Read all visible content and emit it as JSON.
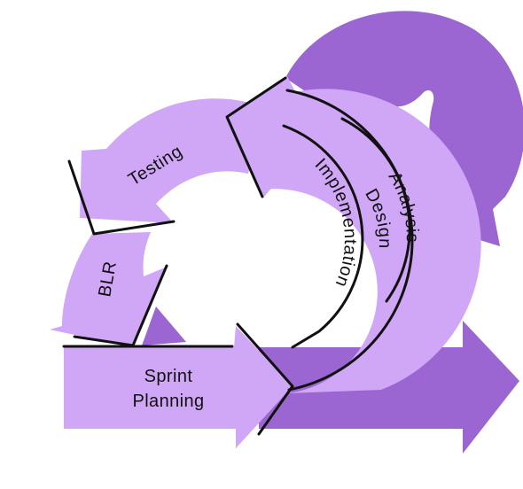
{
  "diagram": {
    "stages": {
      "sprint_planning": [
        "Sprint",
        "Planning"
      ],
      "blr": "BLR",
      "testing": "Testing",
      "implementation": "Implementation",
      "design": "Design",
      "analysis": "Analysis"
    },
    "colors": {
      "dark_purple": "#9b66d2",
      "light_purple": "#d0a6f6",
      "outline": "#111111",
      "background": "#ffffff"
    }
  }
}
